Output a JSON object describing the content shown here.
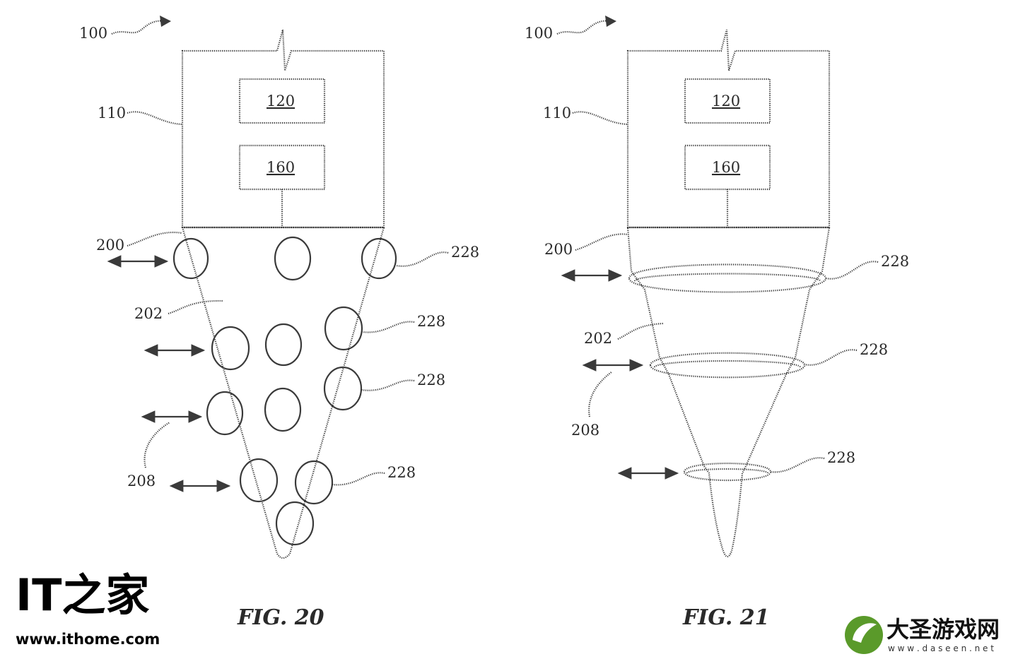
{
  "figures": [
    {
      "id": "fig20",
      "caption": "FIG. 20",
      "labels": {
        "device": "100",
        "housing": "110",
        "box_top": "120",
        "box_bottom": "160",
        "tip": "200",
        "surface": "202",
        "actuator_a": "228",
        "actuator_b": "228",
        "actuator_c": "228",
        "actuator_d": "228",
        "motion": "208"
      }
    },
    {
      "id": "fig21",
      "caption": "FIG. 21",
      "labels": {
        "device": "100",
        "housing": "110",
        "box_top": "120",
        "box_bottom": "160",
        "tip": "200",
        "surface": "202",
        "actuator_a": "228",
        "actuator_b": "228",
        "actuator_c": "228",
        "motion": "208"
      }
    }
  ],
  "watermarks": {
    "left_logo": "IT之家",
    "left_url": "www.ithome.com",
    "right_name": "大圣游戏网",
    "right_url": "w w w . d a s e e n . n e t"
  },
  "colors": {
    "line": "#3a3a3a",
    "text": "#2a2a2a",
    "watermark_green": "#5a9a2a"
  }
}
